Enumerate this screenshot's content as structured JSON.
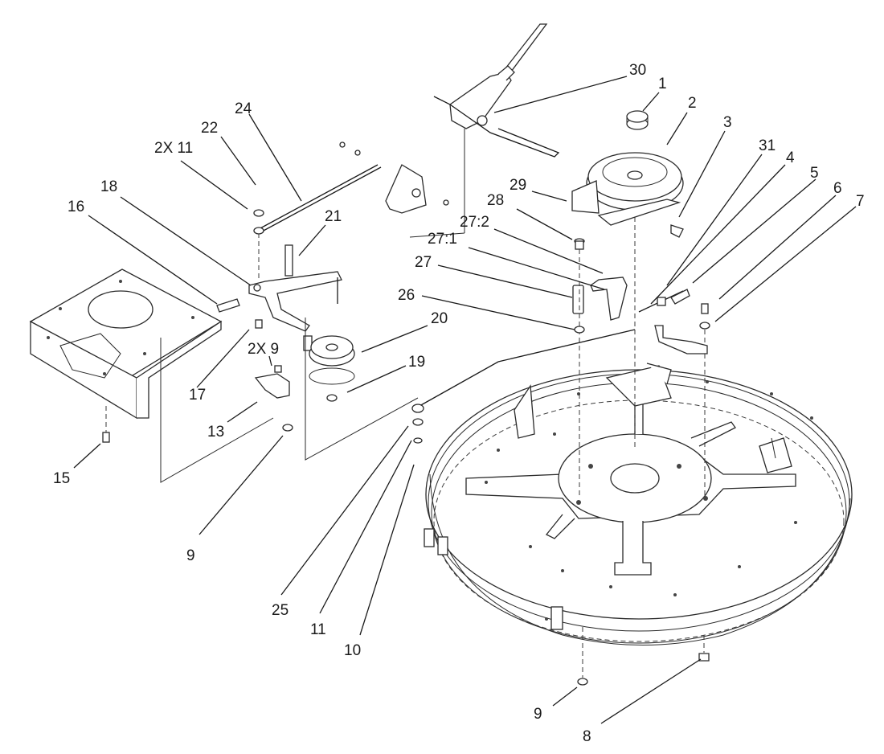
{
  "labels": {
    "l30": "30",
    "l1": "1",
    "l2": "2",
    "l3": "3",
    "l31": "31",
    "l4": "4",
    "l5": "5",
    "l6": "6",
    "l7": "7",
    "l29": "29",
    "l28": "28",
    "l27_2": "27:2",
    "l27_1": "27:1",
    "l27": "27",
    "l26": "26",
    "l24": "24",
    "l22": "22",
    "l2x11": "2X 11",
    "l18": "18",
    "l16": "16",
    "l21": "21",
    "l20": "20",
    "l19": "19",
    "l2x9": "2X 9",
    "l17": "17",
    "l13": "13",
    "l15": "15",
    "l9a": "9",
    "l25": "25",
    "l11": "11",
    "l10": "10",
    "l9b": "9",
    "l8": "8"
  }
}
